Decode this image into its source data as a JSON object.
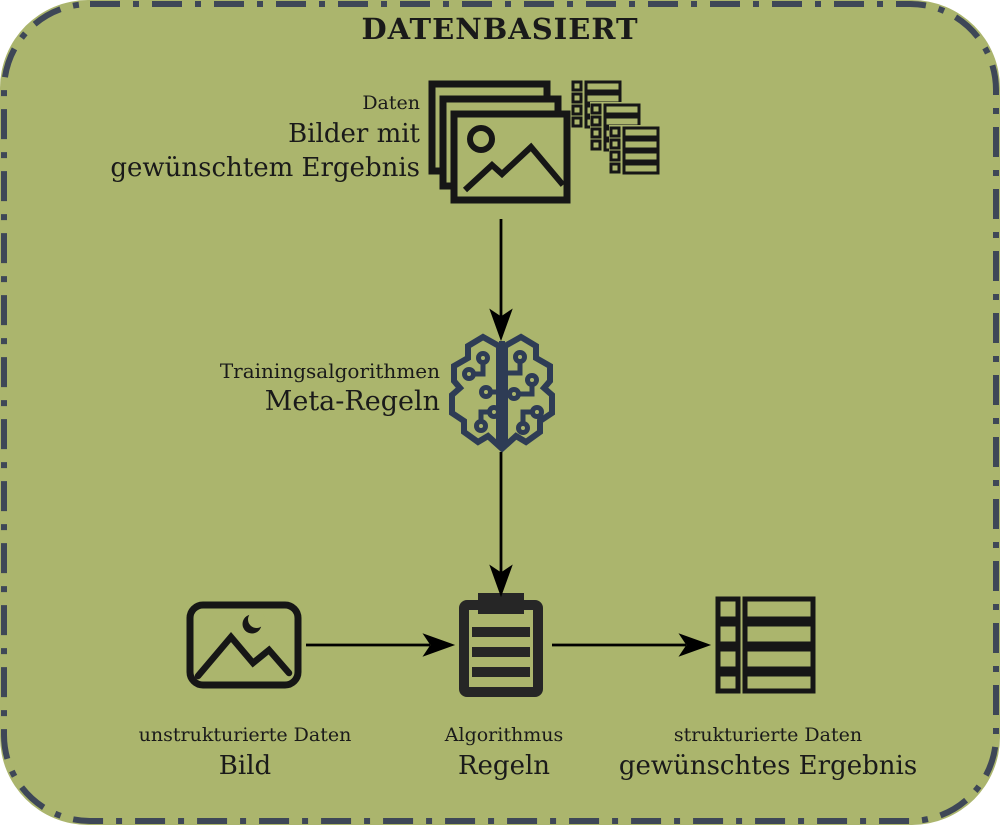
{
  "title": "DATENBASIERT",
  "colors": {
    "background": "#abb56d",
    "border": "#3e4757",
    "icon_black": "#161616",
    "brain_navy": "#2e3c55",
    "text": "#1a1a1a",
    "clipboard": "#262626"
  },
  "nodes": {
    "training_data": {
      "caption": "Daten",
      "label_line1": "Bilder mit",
      "label_line2": "gewünschtem Ergebnis",
      "icons": [
        "images-stack-icon",
        "structured-data-stack-icon"
      ]
    },
    "training_algorithm": {
      "caption": "Trainingsalgorithmen",
      "label": "Meta-Regeln",
      "icon": "brain-circuit-icon"
    },
    "input": {
      "caption": "unstrukturierte Daten",
      "label": "Bild",
      "icon": "image-icon"
    },
    "algorithm": {
      "caption": "Algorithmus",
      "label": "Regeln",
      "icon": "clipboard-icon"
    },
    "output": {
      "caption": "strukturierte Daten",
      "label": "gewünschtes Ergebnis",
      "icon": "structured-data-icon"
    }
  },
  "flow": [
    "training_data -> training_algorithm",
    "training_algorithm -> algorithm",
    "input -> algorithm",
    "algorithm -> output"
  ]
}
